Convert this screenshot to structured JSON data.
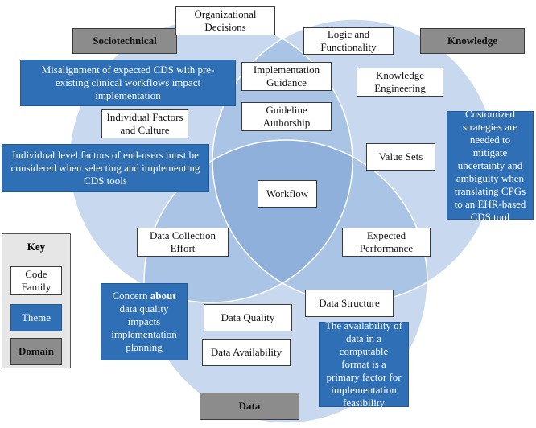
{
  "colors": {
    "circle_fill": "#c8d9ef",
    "overlap_fill": "#aac4e6",
    "center_fill": "#8fb0db",
    "circle_stroke": "#ffffff",
    "theme_fill": "#2f6fb5",
    "domain_fill": "#8c8c8c",
    "key_fill": "#e6e6e6"
  },
  "domains": {
    "sociotechnical": "Sociotechnical",
    "knowledge": "Knowledge",
    "data": "Data"
  },
  "codes": {
    "organizational_decisions": "Organizational Decisions",
    "logic_and_functionality": "Logic and Functionality",
    "implementation_guidance": "Implementation Guidance",
    "knowledge_engineering": "Knowledge Engineering",
    "guideline_authorship": "Guideline Authorship",
    "individual_factors_and_culture": "Individual Factors and Culture",
    "value_sets": "Value Sets",
    "workflow": "Workflow",
    "data_collection_effort": "Data Collection Effort",
    "expected_performance": "Expected Performance",
    "data_structure": "Data Structure",
    "data_quality": "Data Quality",
    "data_availability": "Data Availability"
  },
  "themes": {
    "misalignment": "Misalignment of expected CDS with pre-existing clinical workflows impact implementation",
    "individual_level": "Individual level factors of end-users must be considered when selecting and implementing CDS tools",
    "customized_strategies": "Customized strategies are needed to mitigate uncertainty and ambiguity when translating CPGs to an EHR-based CDS tool",
    "concern_prefix": "Concern ",
    "concern_bold": "about",
    "concern_suffix": " data quality impacts implementation planning",
    "availability": "The availability of data in a computable format is a primary factor for implementation feasibility"
  },
  "key": {
    "title": "Key",
    "code_family": "Code Family",
    "theme": "Theme",
    "domain": "Domain"
  }
}
